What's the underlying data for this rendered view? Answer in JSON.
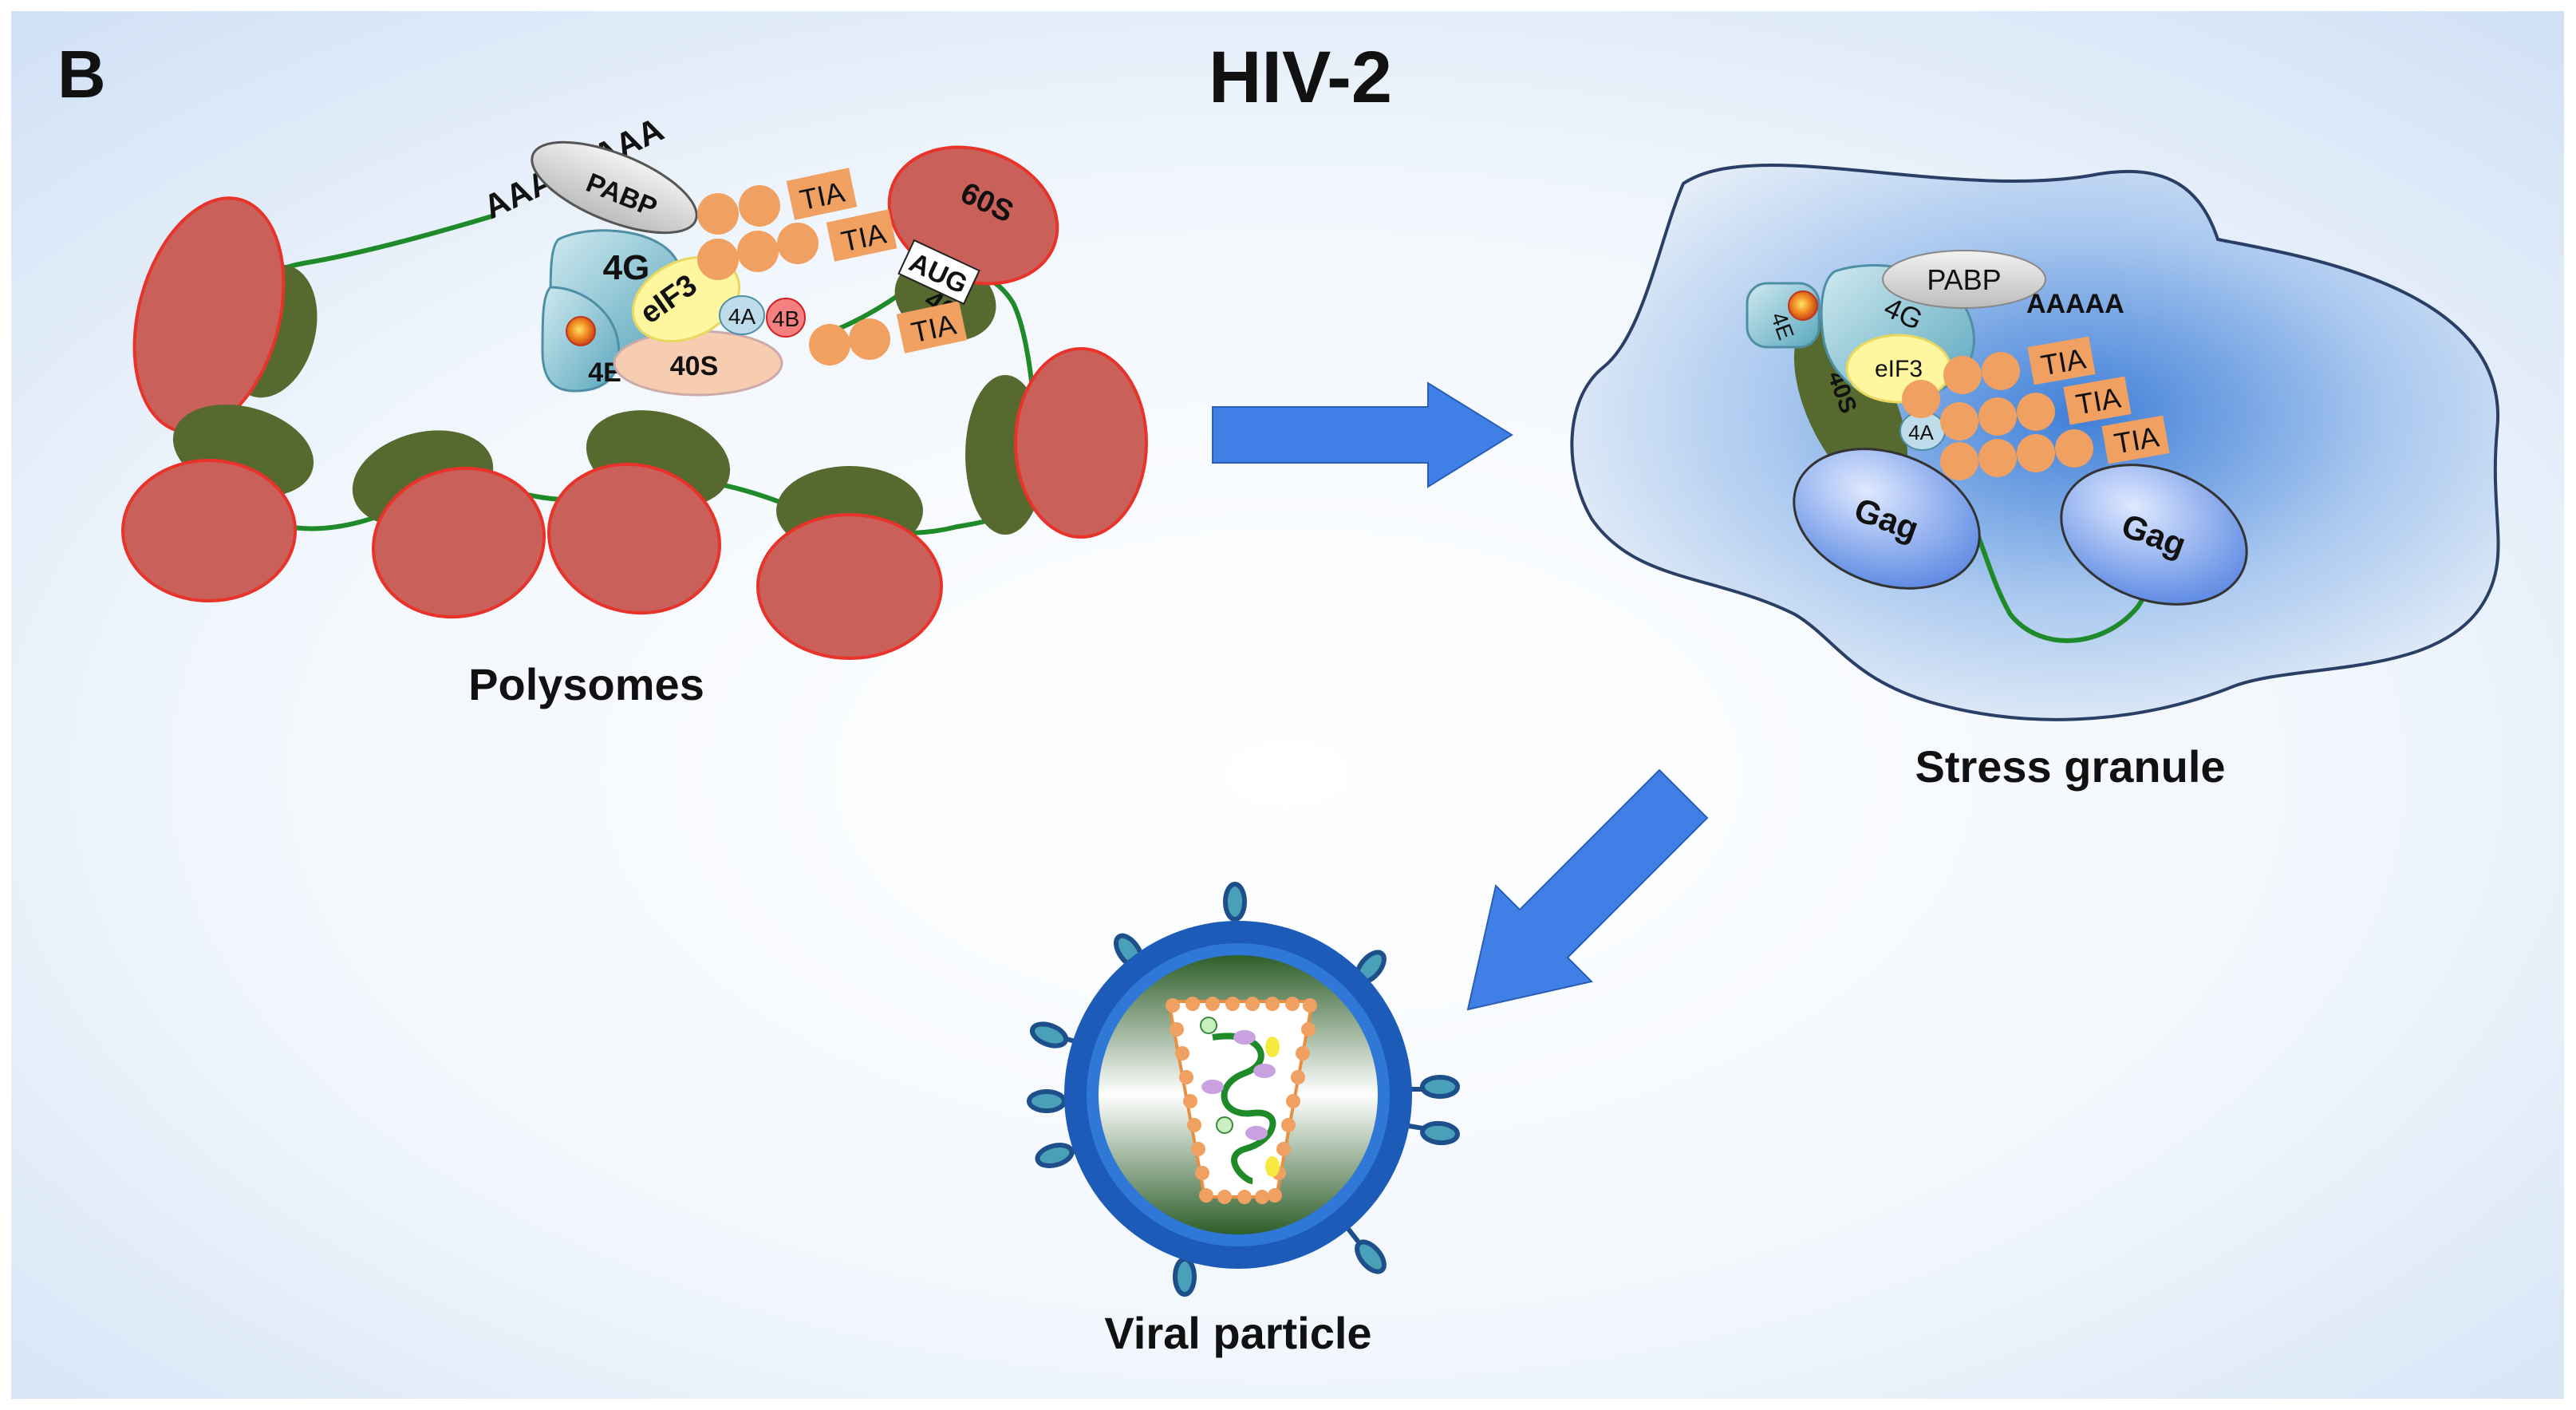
{
  "figure": {
    "panel_letter": "B",
    "title": "HIV-2",
    "captions": {
      "polysomes": "Polysomes",
      "stress_granule": "Stress granule",
      "viral_particle": "Viral particle"
    }
  },
  "polysome_complex": {
    "poly_a": "AAAAAAAA",
    "pabp": "PABP",
    "tia": [
      "TIA",
      "TIA",
      "TIA"
    ],
    "ribosome_60s": "60S",
    "ribosome_40s": "40",
    "aug": "AUG",
    "eif4g": "4G",
    "eif3": "eIF3",
    "eif4a": "4A",
    "eif4b": "4B",
    "eif4e": "4E",
    "subunit_40s": "40S"
  },
  "granule_complex": {
    "pabp": "PABP",
    "poly_a": "AAAAA",
    "eif4g": "4G",
    "eif3": "eIF3",
    "eif4e": "4E",
    "subunit_40s": "40S",
    "eif4a": "4A",
    "tia": [
      "TIA",
      "TIA",
      "TIA"
    ],
    "gag": [
      "Gag",
      "Gag"
    ]
  },
  "colors": {
    "ribosome_red": "#c9605a",
    "ribosome_red_edge": "#e8332a",
    "ribosome_green": "#56692e",
    "rna_green": "#1f8a2a",
    "tia_orange": "#f0a060",
    "arrow_blue": "#3f7fe6",
    "gag_blue": "#5b8de8",
    "envelope_blue": "#1d5bb8"
  }
}
